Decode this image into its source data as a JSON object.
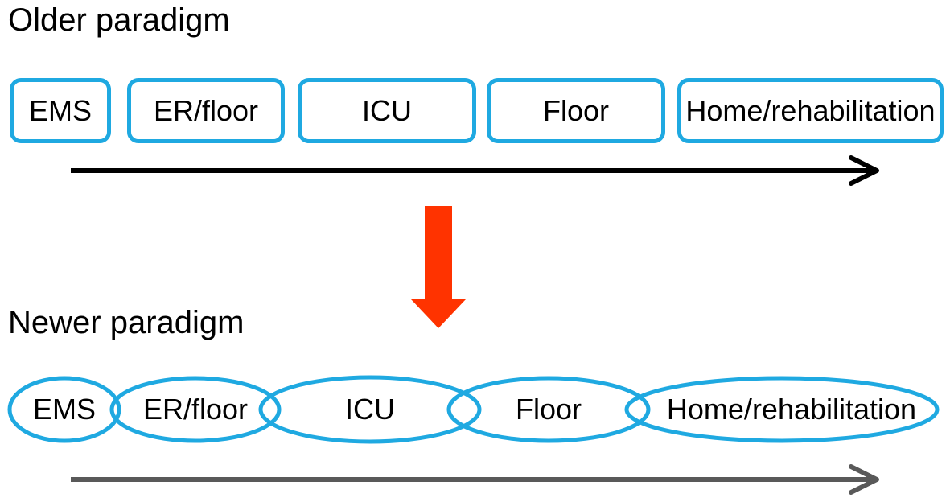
{
  "older": {
    "heading": "Older paradigm",
    "stages": [
      "EMS",
      "ER/floor",
      "ICU",
      "Floor",
      "Home/rehabilitation"
    ]
  },
  "newer": {
    "heading": "Newer paradigm",
    "stages": [
      "EMS",
      "ER/floor",
      "ICU",
      "Floor",
      "Home/rehabilitation"
    ]
  },
  "colors": {
    "stage_outline": "#1fa9e1",
    "transition_arrow": "#ff3300",
    "older_timeline": "#000000",
    "newer_timeline": "#595959"
  }
}
